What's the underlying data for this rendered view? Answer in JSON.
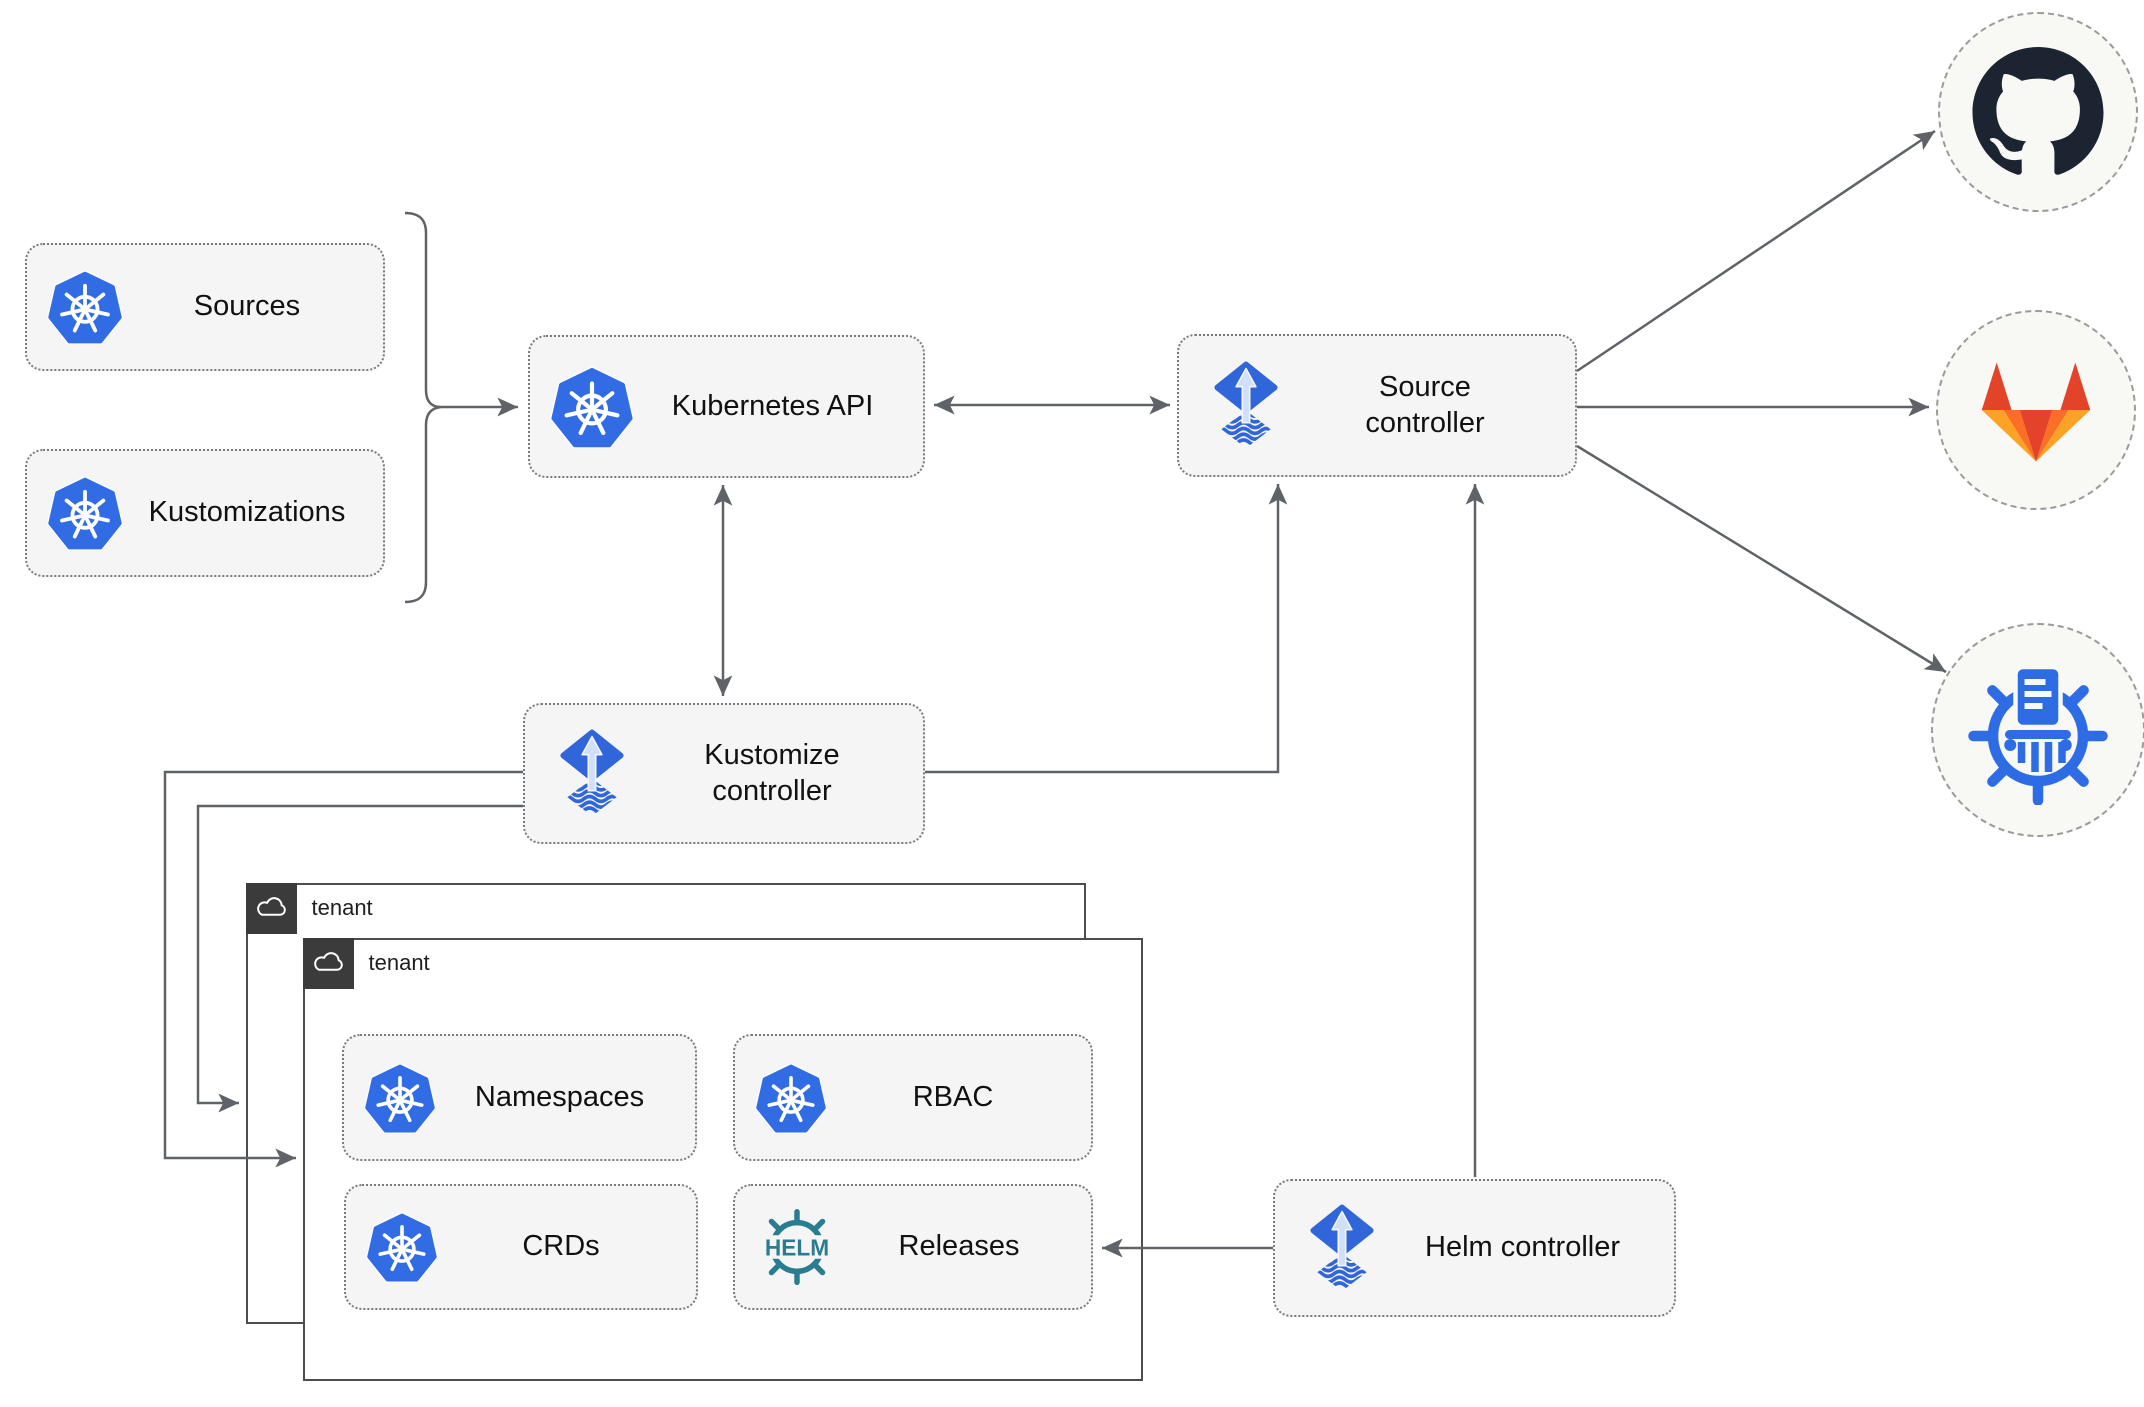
{
  "nodes": {
    "sources": {
      "label": "Sources",
      "icon": "kubernetes-icon"
    },
    "kustomizations": {
      "label": "Kustomizations",
      "icon": "kubernetes-icon"
    },
    "kubernetes_api": {
      "label": "Kubernetes API",
      "icon": "kubernetes-icon"
    },
    "source_controller": {
      "label": "Source controller",
      "icon": "flux-icon"
    },
    "kustomize_controller": {
      "label": "Kustomize controller",
      "icon": "flux-icon"
    },
    "helm_controller": {
      "label": "Helm controller",
      "icon": "flux-icon"
    },
    "namespaces": {
      "label": "Namespaces",
      "icon": "kubernetes-icon"
    },
    "rbac": {
      "label": "RBAC",
      "icon": "kubernetes-icon"
    },
    "crds": {
      "label": "CRDs",
      "icon": "kubernetes-icon"
    },
    "releases": {
      "label": "Releases",
      "icon": "helm-icon"
    }
  },
  "groups": {
    "tenant_back": {
      "label": "tenant",
      "badge_icon": "cloud-icon"
    },
    "tenant_front": {
      "label": "tenant",
      "badge_icon": "cloud-icon"
    }
  },
  "endpoints": {
    "github": {
      "icon": "github-icon"
    },
    "gitlab": {
      "icon": "gitlab-icon"
    },
    "helm_repository": {
      "icon": "chartmuseum-icon"
    }
  },
  "helm_logo_text": "HELM",
  "colors": {
    "kubernetes_blue": "#326ce5",
    "flux_blue": "#3066da",
    "flux_arrow_light": "#cfe0f8",
    "helm_teal": "#2a7d91",
    "github_dark": "#1b2430",
    "gitlab_red": "#e24329",
    "gitlab_orange": "#fc6d26",
    "gitlab_amber": "#fca326",
    "chartmuseum_blue": "#2d6ce5",
    "connector_gray": "#5f6368",
    "node_background": "#f5f5f5",
    "tenant_badge_dark": "#3b3b3b"
  }
}
